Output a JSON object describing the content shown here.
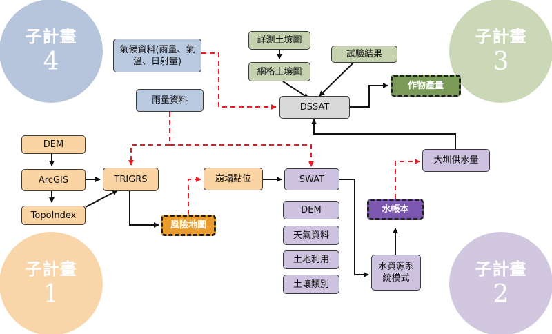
{
  "subprojects": [
    {
      "id": "4",
      "title": "子計畫",
      "number": "4",
      "color": "#b6c5dc"
    },
    {
      "id": "3",
      "title": "子計畫",
      "number": "3",
      "color": "#cbd8b7"
    },
    {
      "id": "1",
      "title": "子計畫",
      "number": "1",
      "color": "#f9d6a9"
    },
    {
      "id": "2",
      "title": "子計畫",
      "number": "2",
      "color": "#d1c8e0"
    }
  ],
  "nodes": {
    "climate": "氣候資料(雨量、氣溫、日射量)",
    "rainfall": "雨量資料",
    "soil_survey": "詳測土壤圖",
    "grid_soil": "網格土壤圖",
    "test_result": "試驗結果",
    "dssat": "DSSAT",
    "crop_yield": "作物產量",
    "dem": "DEM",
    "arcgis": "ArcGIS",
    "topoindex": "TopoIndex",
    "trigrs": "TRIGRS",
    "risk_map": "風險地圖",
    "landslide": "崩塌點位",
    "swat": "SWAT",
    "swat_dem": "DEM",
    "weather": "天氣資料",
    "landuse": "土地利用",
    "soil_type": "土壤類別",
    "water_book": "水帳本",
    "water_system": "水資源系統模式",
    "water_supply": "大圳供水量"
  }
}
